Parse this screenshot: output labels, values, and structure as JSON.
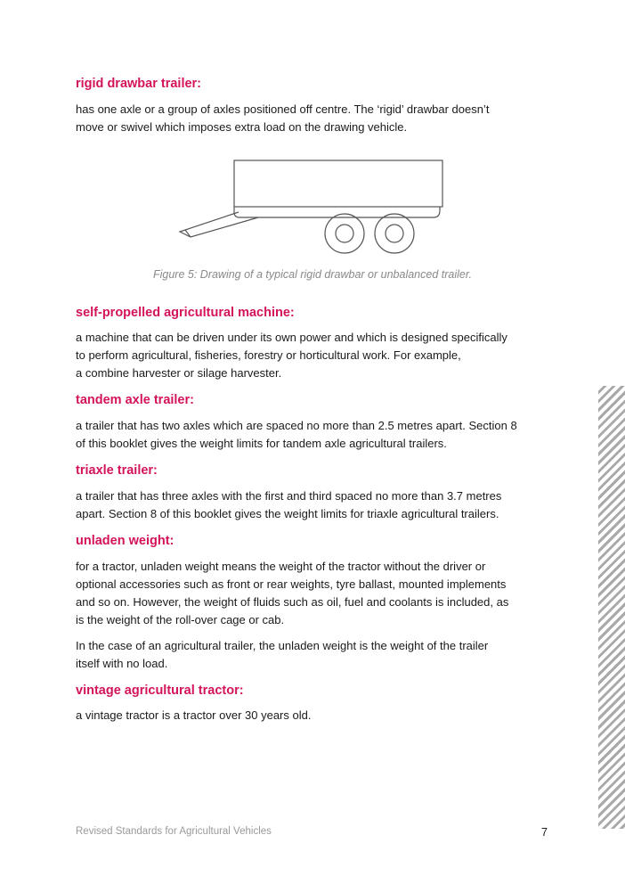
{
  "entries": [
    {
      "term": "rigid drawbar trailer:",
      "lines": [
        "has one axle or a group of axles positioned off centre. The ‘rigid’ drawbar doesn’t",
        "move or swivel which imposes extra load on the drawing vehicle."
      ]
    },
    {
      "term": "self-propelled agricultural machine:",
      "lines": [
        "a machine that can be driven under its own power and which is designed specifically",
        "to perform agricultural, fisheries, forestry or horticultural work. For example,",
        "a combine harvester or silage harvester."
      ]
    },
    {
      "term": "tandem axle trailer:",
      "lines": [
        "a trailer that has two axles which are spaced no more than 2.5 metres apart. Section 8",
        "of this booklet gives the weight limits for tandem axle agricultural trailers."
      ]
    },
    {
      "term": "triaxle trailer:",
      "lines": [
        "a trailer that has three axles with the first and third spaced no more than 3.7 metres",
        "apart. Section 8 of this booklet gives the weight limits for triaxle agricultural trailers."
      ]
    },
    {
      "term": "unladen weight:",
      "lines": [
        "for a tractor, unladen weight means the weight of the tractor without the driver or",
        "optional accessories such as front or rear weights, tyre ballast, mounted implements",
        "and so on. However, the weight of fluids such as oil, fuel and coolants is included, as",
        "is the weight of the roll-over cage or cab."
      ],
      "lines2": [
        "In the case of an agricultural trailer, the unladen weight is the weight of the trailer",
        "itself with no load."
      ]
    },
    {
      "term": "vintage agricultural tractor:",
      "lines": [
        "a vintage tractor is a tractor over 30 years old."
      ]
    }
  ],
  "figure": {
    "caption": "Figure 5: Drawing of a typical rigid drawbar or unbalanced trailer."
  },
  "footer": {
    "title": "Revised Standards for Agricultural Vehicles",
    "page_number": "7"
  },
  "colors": {
    "term": "#d4145a",
    "accent_stripe": "#e8562a",
    "stripe": "#a9a9a9"
  }
}
